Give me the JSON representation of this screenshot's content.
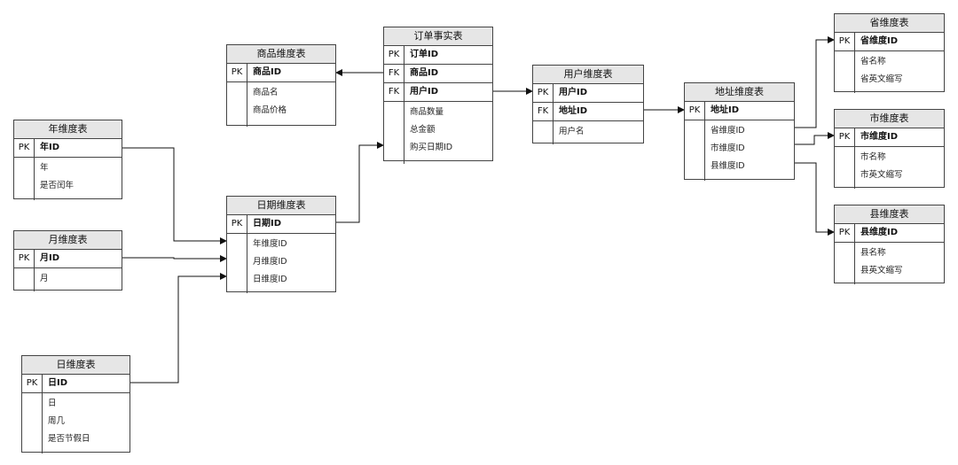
{
  "tables": {
    "product_dim": {
      "title": "商品维度表",
      "keys": [
        {
          "type": "PK",
          "field": "商品ID"
        }
      ],
      "attrs": [
        "商品名",
        "商品价格"
      ]
    },
    "order_fact": {
      "title": "订单事实表",
      "keys": [
        {
          "type": "PK",
          "field": "订单ID"
        },
        {
          "type": "FK",
          "field": "商品ID"
        },
        {
          "type": "FK",
          "field": "用户ID"
        }
      ],
      "attrs": [
        "商品数量",
        "总金额",
        "购买日期ID"
      ]
    },
    "user_dim": {
      "title": "用户维度表",
      "keys": [
        {
          "type": "PK",
          "field": "用户ID"
        },
        {
          "type": "FK",
          "field": "地址ID"
        }
      ],
      "attrs": [
        "用户名"
      ]
    },
    "address_dim": {
      "title": "地址维度表",
      "keys": [
        {
          "type": "PK",
          "field": "地址ID"
        }
      ],
      "attrs": [
        "省维度ID",
        "市维度ID",
        "县维度ID"
      ]
    },
    "province_dim": {
      "title": "省维度表",
      "keys": [
        {
          "type": "PK",
          "field": "省维度ID"
        }
      ],
      "attrs": [
        "省名称",
        "省英文缩写"
      ]
    },
    "city_dim": {
      "title": "市维度表",
      "keys": [
        {
          "type": "PK",
          "field": "市维度ID"
        }
      ],
      "attrs": [
        "市名称",
        "市英文缩写"
      ]
    },
    "county_dim": {
      "title": "县维度表",
      "keys": [
        {
          "type": "PK",
          "field": "县维度ID"
        }
      ],
      "attrs": [
        "县名称",
        "县英文缩写"
      ]
    },
    "year_dim": {
      "title": "年维度表",
      "keys": [
        {
          "type": "PK",
          "field": "年ID"
        }
      ],
      "attrs": [
        "年",
        "是否闰年"
      ]
    },
    "month_dim": {
      "title": "月维度表",
      "keys": [
        {
          "type": "PK",
          "field": "月ID"
        }
      ],
      "attrs": [
        "月"
      ]
    },
    "date_dim": {
      "title": "日期维度表",
      "keys": [
        {
          "type": "PK",
          "field": "日期ID"
        }
      ],
      "attrs": [
        "年维度ID",
        "月维度ID",
        "日维度ID"
      ]
    },
    "day_dim": {
      "title": "日维度表",
      "keys": [
        {
          "type": "PK",
          "field": "日ID"
        }
      ],
      "attrs": [
        "日",
        "周几",
        "是否节假日"
      ]
    }
  },
  "relations": [
    {
      "from": "order_fact.商品ID",
      "to": "product_dim.商品ID"
    },
    {
      "from": "order_fact.用户ID",
      "to": "user_dim.用户ID"
    },
    {
      "from": "user_dim.地址ID",
      "to": "address_dim.地址ID"
    },
    {
      "from": "address_dim.省维度ID",
      "to": "province_dim.省维度ID"
    },
    {
      "from": "address_dim.市维度ID",
      "to": "city_dim.市维度ID"
    },
    {
      "from": "address_dim.县维度ID",
      "to": "county_dim.县维度ID"
    },
    {
      "from": "year_dim.年ID",
      "to": "date_dim.年维度ID"
    },
    {
      "from": "month_dim.月ID",
      "to": "date_dim.月维度ID"
    },
    {
      "from": "day_dim.日ID",
      "to": "date_dim.日维度ID"
    },
    {
      "from": "date_dim.日期ID",
      "to": "order_fact.购买日期ID"
    }
  ],
  "colors": {
    "line": "#111111",
    "header": "#e6e6e6",
    "border": "#444444"
  }
}
